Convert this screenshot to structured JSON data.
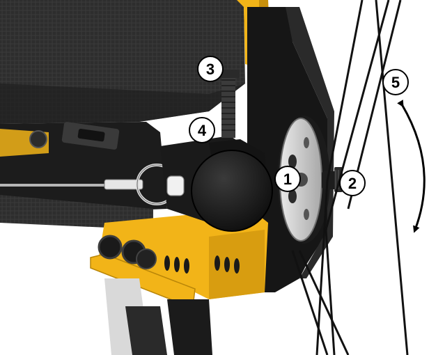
{
  "colors": {
    "background": "#ffffff",
    "frame_yellow": "#f2b418",
    "frame_yellow_dark": "#c8900c",
    "fabric": "#2e2e2e",
    "fabric_dark": "#1f1f1f",
    "black_part": "#151515",
    "metal": "#d9d9d9",
    "metal_dark": "#9a9a9a",
    "callout_fill": "#ffffff",
    "callout_stroke": "#000000"
  },
  "callouts": [
    {
      "id": "1",
      "label": "1"
    },
    {
      "id": "2",
      "label": "2"
    },
    {
      "id": "3",
      "label": "3"
    },
    {
      "id": "4",
      "label": "4"
    },
    {
      "id": "5",
      "label": "5"
    }
  ],
  "icons": {
    "rotation": "curved-double-arrow-icon"
  }
}
